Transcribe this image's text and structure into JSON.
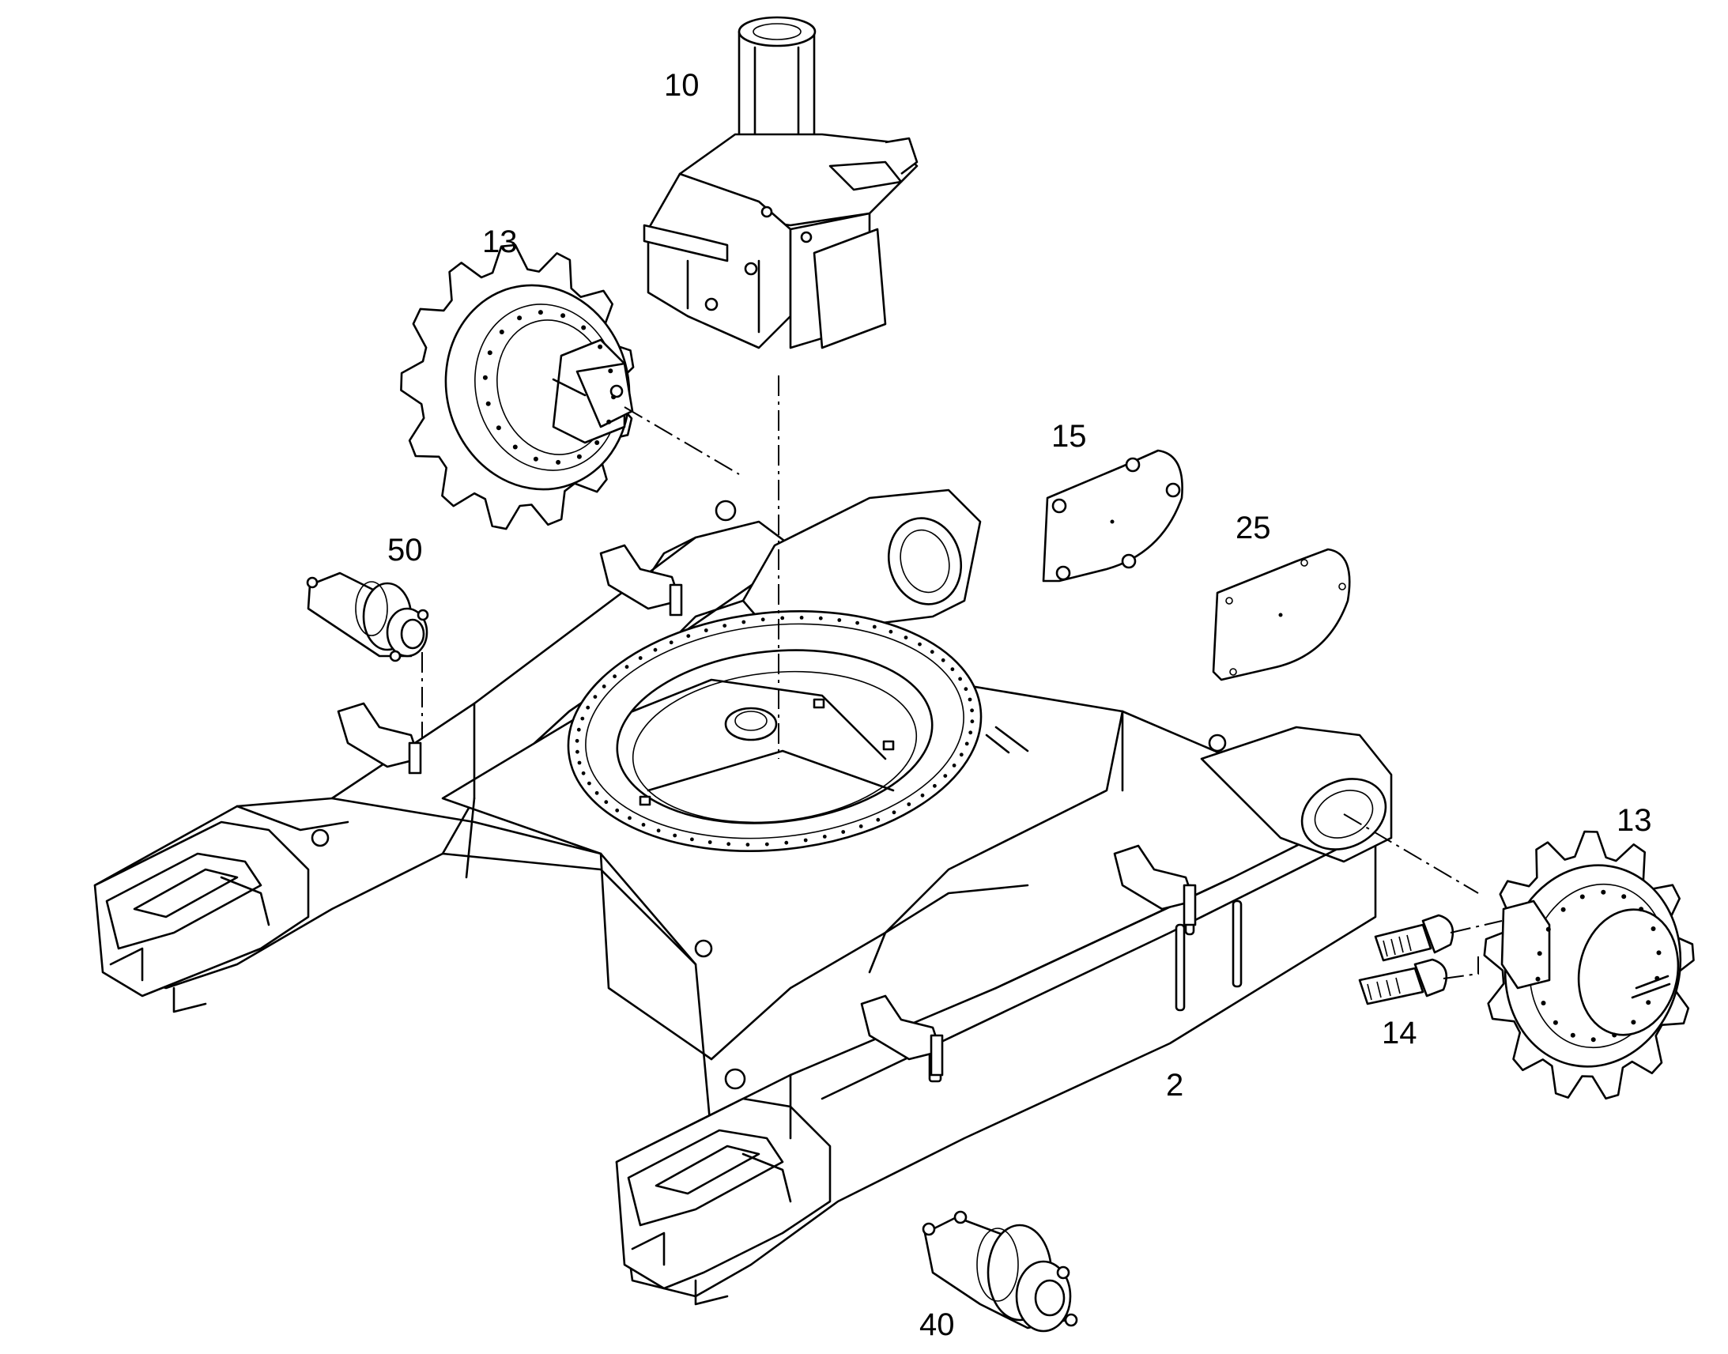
{
  "callouts": {
    "c10": "10",
    "c13_top": "13",
    "c15": "15",
    "c25": "25",
    "c50": "50",
    "c13_right": "13",
    "c14": "14",
    "c2": "2",
    "c40": "40"
  },
  "colors": {
    "line": "#000000",
    "background": "#ffffff"
  }
}
